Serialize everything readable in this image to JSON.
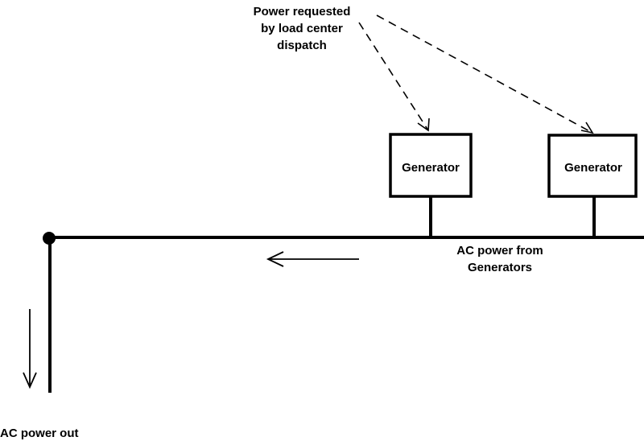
{
  "dispatch_label": {
    "line1": "Power requested",
    "line2": "by load center",
    "line3": "dispatch"
  },
  "generators": [
    {
      "label": "Generator"
    },
    {
      "label": "Generator"
    }
  ],
  "bus_label": {
    "line1": "AC power from",
    "line2": "Generators"
  },
  "output_label": "AC power out",
  "colors": {
    "stroke": "#000000",
    "background": "#ffffff"
  }
}
